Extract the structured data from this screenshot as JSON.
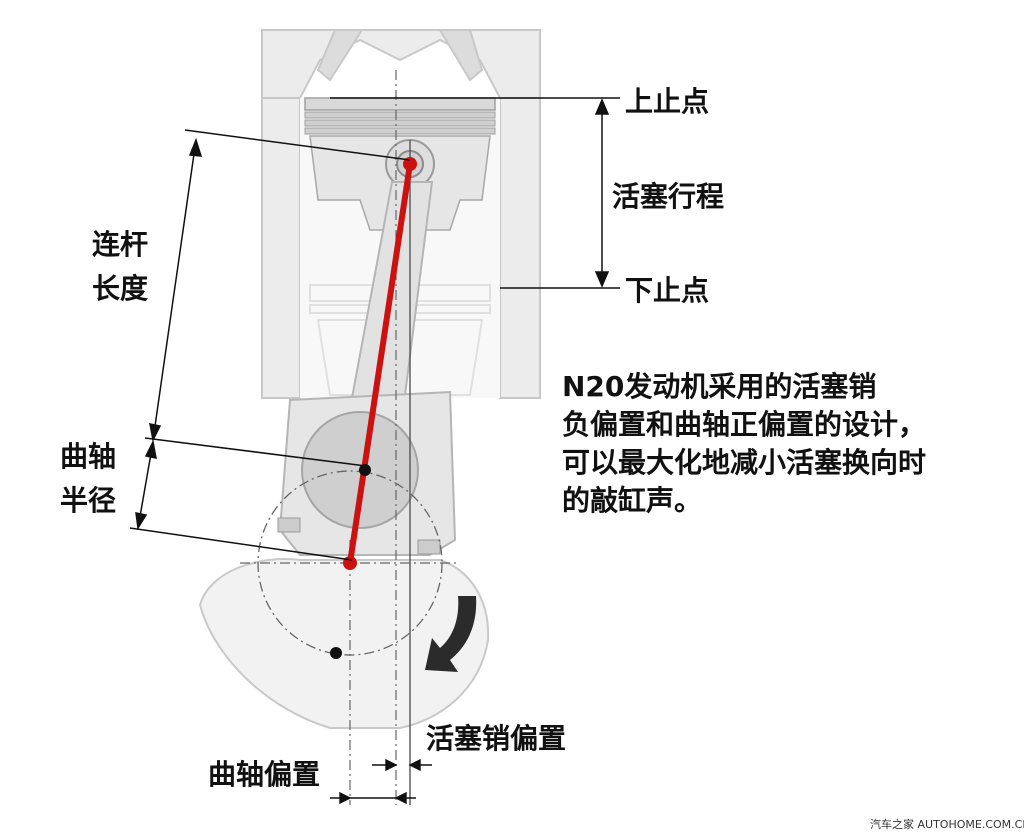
{
  "labels": {
    "tdc": "上止点",
    "stroke": "活塞行程",
    "bdc": "下止点",
    "rod_length": [
      "连杆",
      "长度"
    ],
    "crank_radius": [
      "曲轴",
      "半径"
    ],
    "pin_offset": "活塞销偏置",
    "crank_offset": "曲轴偏置"
  },
  "description": [
    "N20发动机采用的活塞销",
    "负偏置和曲轴正偏置的设计，",
    "可以最大化地减小活塞换向时",
    "的敲缸声。"
  ],
  "watermark": "汽车之家 AUTOHOME.COM.CN",
  "colors": {
    "rod": "#cc1111",
    "dims": "#111111",
    "part_fill": "#e9e9e9",
    "part_stroke": "#bdbdbd"
  }
}
